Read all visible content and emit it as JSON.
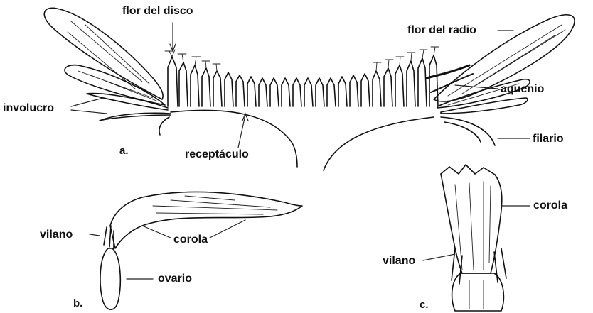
{
  "figure": {
    "panel_a": {
      "letter": "a.",
      "labels": {
        "disc_flower": "flor del disco",
        "ray_flower": "flor del radio",
        "achene": "aquenio",
        "involucre": "involucro",
        "phyllary": "filario",
        "receptacle": "receptáculo"
      }
    },
    "panel_b": {
      "letter": "b.",
      "labels": {
        "pappus": "vilano",
        "corolla": "corola",
        "ovary": "ovario"
      }
    },
    "panel_c": {
      "letter": "c.",
      "labels": {
        "corolla": "corola",
        "pappus": "vilano"
      }
    }
  },
  "colors": {
    "ink": "#111111",
    "background": "#ffffff"
  }
}
